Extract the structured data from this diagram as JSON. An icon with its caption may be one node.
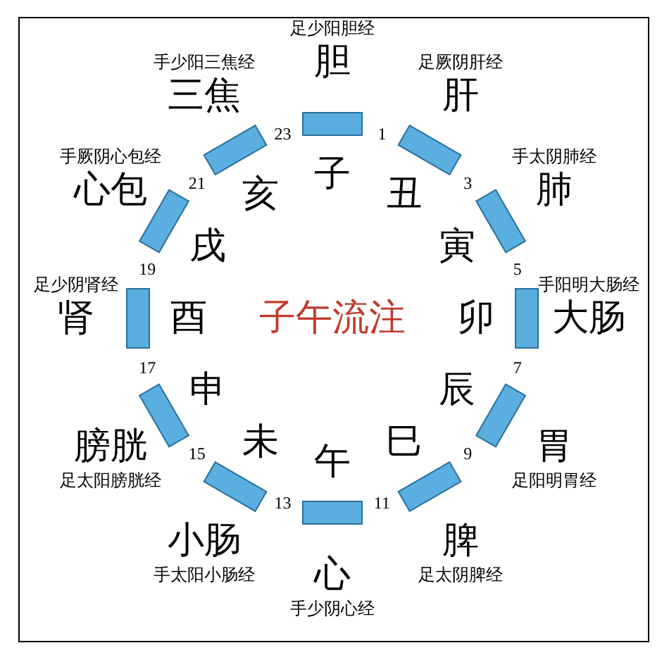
{
  "diagram": {
    "title": "子午流注",
    "labels": [
      "足少阳胆经",
      "胆",
      "子",
      "1",
      "足厥阴肝经",
      "肝",
      "丑",
      "3",
      "手太阴肺经",
      "肺",
      "寅",
      "5",
      "手阳明大肠经",
      "大肠",
      "卯",
      "7",
      "足阳明胃经",
      "胃",
      "辰",
      "9",
      "足太阴脾经",
      "脾",
      "巳",
      "11",
      "手少阴心经",
      "心",
      "午",
      "13",
      "手太阳小肠经",
      "小肠",
      "未",
      "15",
      "足太阳膀胱经",
      "膀胱",
      "申",
      "17",
      "足少阴肾经",
      "肾",
      "酉",
      "19",
      "手厥阴心包经",
      "心包",
      "戌",
      "21",
      "手少阳三焦经",
      "三焦",
      "亥",
      "23"
    ]
  }
}
